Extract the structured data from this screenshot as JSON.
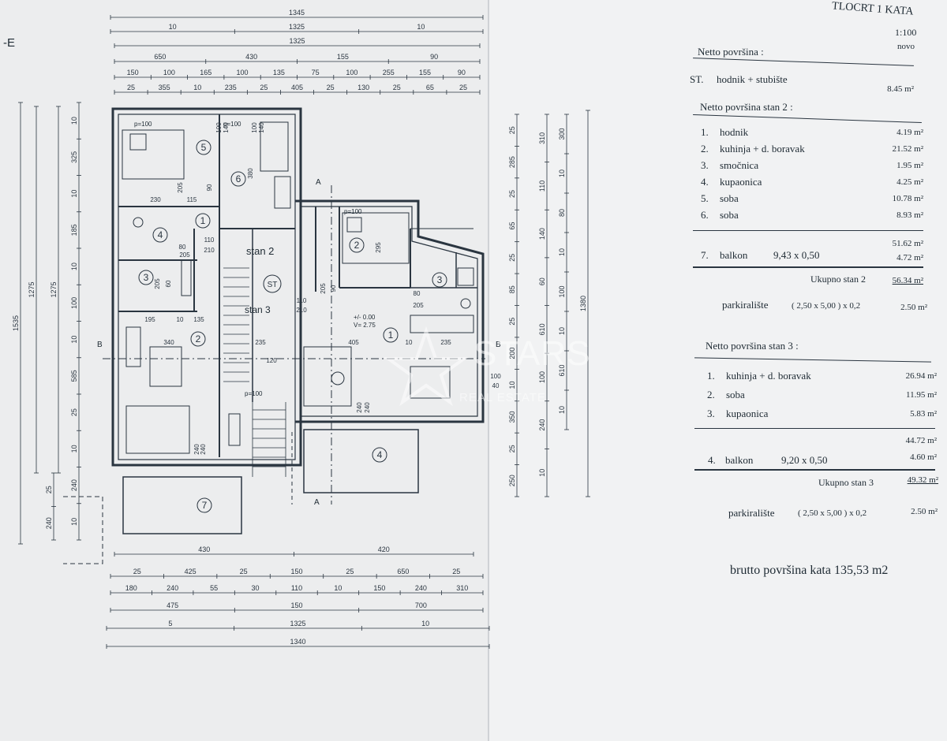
{
  "header": {
    "title": "TLOCRT 1 KATA",
    "scale": "1:100",
    "status": "novo",
    "edge_mark": "-E"
  },
  "netto_title": "Netto površina :",
  "st": {
    "code": "ST.",
    "label": "hodnik + stubište",
    "area": "8.45 m²"
  },
  "stan2": {
    "title": "Netto površina stan 2 :",
    "rows": [
      {
        "no": "1.",
        "name": "hodnik",
        "area": "4.19 m²"
      },
      {
        "no": "2.",
        "name": "kuhinja + d. boravak",
        "area": "21.52 m²"
      },
      {
        "no": "3.",
        "name": "smočnica",
        "area": "1.95 m²"
      },
      {
        "no": "4.",
        "name": "kupaonica",
        "area": "4.25 m²"
      },
      {
        "no": "5.",
        "name": "soba",
        "area": "10.78 m²"
      },
      {
        "no": "6.",
        "name": "soba",
        "area": "8.93 m²"
      }
    ],
    "subtotal": "51.62 m²",
    "balkon": {
      "no": "7.",
      "name": "balkon",
      "dims": "9,43 x 0,50",
      "area": "4.72 m²"
    },
    "total_label": "Ukupno stan 2",
    "total": "56.34 m²",
    "parking_label": "parkiralište",
    "parking_formula": "( 2,50 x 5,00 ) x 0,2",
    "parking_area": "2.50 m²"
  },
  "stan3": {
    "title": "Netto površina stan 3 :",
    "rows": [
      {
        "no": "1.",
        "name": "kuhinja + d. boravak",
        "area": "26.94 m²"
      },
      {
        "no": "2.",
        "name": "soba",
        "area": "11.95 m²"
      },
      {
        "no": "3.",
        "name": "kupaonica",
        "area": "5.83 m²"
      }
    ],
    "subtotal": "44.72 m²",
    "balkon": {
      "no": "4.",
      "name": "balkon",
      "dims": "9,20 x 0,50",
      "area": "4.60 m²"
    },
    "total_label": "Ukupno stan 3",
    "total": "49.32 m²",
    "parking_label": "parkiralište",
    "parking_formula": "( 2,50 x 5,00 ) x 0,2",
    "parking_area": "2.50 m²"
  },
  "brutto": "brutto površina kata  135,53 m2",
  "watermark": {
    "main": "STARS",
    "sub": "REAL ESTATE"
  },
  "plan": {
    "top_dims": {
      "row1": [
        "1345"
      ],
      "row2": [
        "10",
        "1325",
        "10"
      ],
      "row3": [
        "1325"
      ],
      "row4": [
        "650",
        "430",
        "155",
        "90"
      ],
      "row5": [
        "150",
        "100",
        "165",
        "100",
        "135",
        "75",
        "100",
        "255",
        "155",
        "90"
      ],
      "row6": [
        "25",
        "355",
        "10",
        "235",
        "25",
        "405",
        "25",
        "130",
        "25",
        "65",
        "25"
      ]
    },
    "bottom_dims": {
      "row1": [
        "430",
        "420"
      ],
      "row2": [
        "25",
        "425",
        "25",
        "150",
        "25",
        "650",
        "25"
      ],
      "row3": [
        "180",
        "240",
        "55",
        "30",
        "110",
        "10",
        "150",
        "240",
        "310"
      ],
      "row4": [
        "475",
        "150",
        "700"
      ],
      "row5": [
        "5",
        "1325",
        "10"
      ],
      "row6": [
        "1340"
      ]
    },
    "left_dims": {
      "a": [
        "1535"
      ],
      "b": [
        "1275"
      ],
      "c": [
        "1275"
      ],
      "d": [
        "10",
        "325",
        "10",
        "185",
        "10",
        "100",
        "10",
        "585",
        "25",
        "10",
        "240",
        "10"
      ],
      "e": [
        "25",
        "240"
      ]
    },
    "right_dims": {
      "a": [
        "25",
        "285",
        "25",
        "65",
        "25",
        "85",
        "25",
        "200",
        "10",
        "350",
        "25",
        "250"
      ],
      "b": [
        "310",
        "110",
        "140",
        "60",
        "610",
        "100",
        "240",
        "10"
      ],
      "c": [
        "300",
        "10",
        "80",
        "10",
        "100",
        "10",
        "610",
        "10"
      ],
      "d": [
        "1380"
      ]
    },
    "room_labels": [
      "5",
      "6",
      "1",
      "4",
      "3",
      "2",
      "ST",
      "2",
      "1",
      "3",
      "4",
      "7"
    ],
    "text": {
      "stan2_arrow": "stan 2",
      "stan3_arrow": "stan 3",
      "level": "+/- 0.00",
      "height": "V= 2.75",
      "section_a": "A",
      "section_b": "B",
      "p100": "p=100"
    },
    "inner_dims": [
      "230",
      "90",
      "115",
      "205",
      "80",
      "205",
      "110",
      "210",
      "205",
      "60",
      "195",
      "10",
      "135",
      "340",
      "235",
      "120",
      "240",
      "240",
      "80",
      "205",
      "110",
      "210",
      "405",
      "10",
      "235",
      "100",
      "40",
      "240",
      "240",
      "205",
      "90",
      "295",
      "380",
      "100",
      "140",
      "100",
      "140"
    ]
  }
}
